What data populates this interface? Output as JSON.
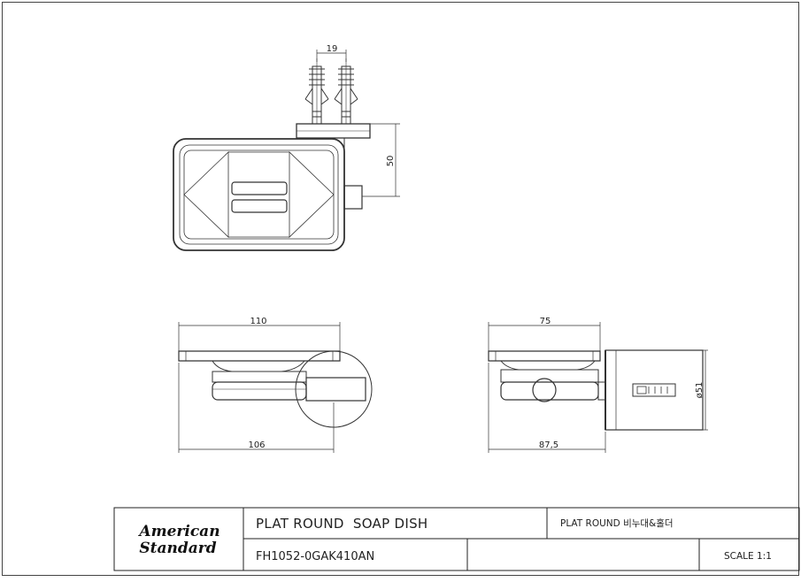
{
  "drawing": {
    "dimensions": {
      "anchor_spacing": "19",
      "height_side": "50",
      "front_width_top": "110",
      "front_width_bottom": "106",
      "side_width_top": "75",
      "side_width_bottom": "87,5",
      "flange_diameter": "ø51"
    }
  },
  "title_block": {
    "brand_line1": "American",
    "brand_line2": "Standard",
    "product_name": "PLAT ROUND  SOAP DISH",
    "product_name_local": "PLAT ROUND 비누대&홀더",
    "model_number": "FH1052-0GAK410AN",
    "scale": "SCALE 1:1"
  }
}
